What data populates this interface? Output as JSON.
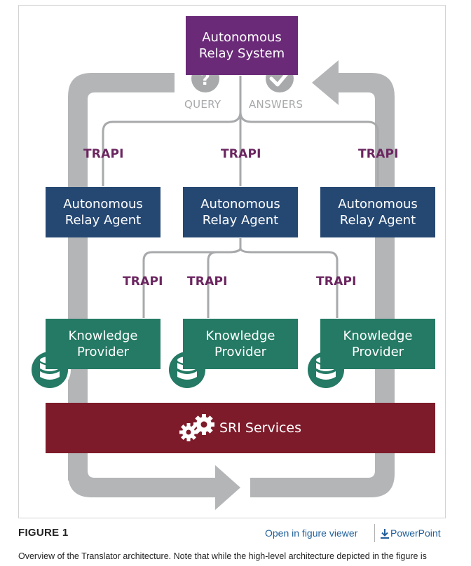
{
  "diagram": {
    "system": {
      "line1": "Autonomous",
      "line2": "Relay System"
    },
    "query_label": "QUERY",
    "answers_label": "ANSWERS",
    "trapi": "TRAPI",
    "agents": [
      {
        "line1": "Autonomous",
        "line2": "Relay Agent"
      },
      {
        "line1": "Autonomous",
        "line2": "Relay Agent"
      },
      {
        "line1": "Autonomous",
        "line2": "Relay Agent"
      }
    ],
    "providers": [
      {
        "line1": "Knowledge",
        "line2": "Provider"
      },
      {
        "line1": "Knowledge",
        "line2": "Provider"
      },
      {
        "line1": "Knowledge",
        "line2": "Provider"
      }
    ],
    "sri": "SRI Services",
    "colors": {
      "system": "#6a2a78",
      "agent": "#254873",
      "provider": "#247a64",
      "sri": "#7e1b2a",
      "trapi": "#6b2660",
      "flow": "#b3b5b7"
    },
    "icons": [
      "question-icon",
      "check-icon",
      "database-icon",
      "gears-icon"
    ]
  },
  "footer": {
    "figure_label": "FIGURE 1",
    "open_viewer": "Open in figure viewer",
    "powerpoint": "PowerPoint",
    "caption": "Overview of the Translator architecture. Note that while the high-level architecture depicted in the figure is"
  }
}
